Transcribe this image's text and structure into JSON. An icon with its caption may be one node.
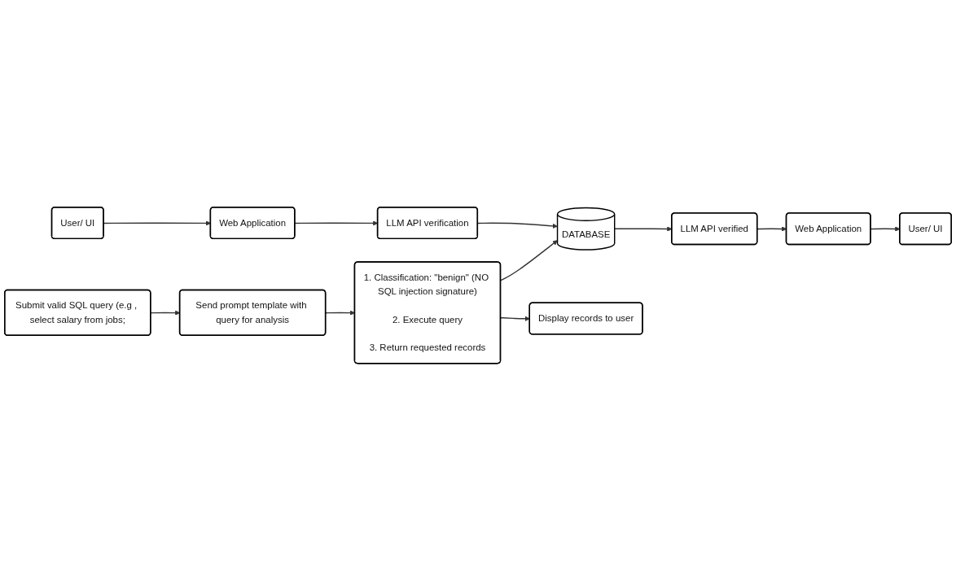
{
  "diagram": {
    "nodes": [
      {
        "text": [
          "User/ UI"
        ]
      },
      {
        "text": [
          "Web Application"
        ]
      },
      {
        "text": [
          "LLM API verification"
        ]
      },
      {
        "text": [
          "Submit valid SQL query (e.g , select salary from jobs;"
        ]
      },
      {
        "text": [
          "Send prompt template with query for analysis"
        ]
      },
      {
        "text": [
          "1. Classification: \"benign\" (NO SQL injection signature)",
          "2. Execute query",
          "3. Return requested records"
        ]
      },
      {
        "text": [
          "DATABASE"
        ]
      },
      {
        "text": [
          "Display records to user"
        ]
      },
      {
        "text": [
          "User/ UI"
        ]
      },
      {
        "text": [
          "Web Application"
        ]
      },
      {
        "text": [
          "LLM API verified"
        ]
      }
    ],
    "edges": [
      {
        "from": 0,
        "to": 1,
        "arrow": "to"
      },
      {
        "from": 1,
        "to": 2,
        "arrow": "to"
      },
      {
        "from": 2,
        "to": 6,
        "arrow": "to"
      },
      {
        "from": 3,
        "to": 4,
        "arrow": "to"
      },
      {
        "from": 4,
        "to": 5,
        "arrow": "to"
      },
      {
        "from": 5,
        "to": 6,
        "arrow": "to"
      },
      {
        "from": 5,
        "to": 7,
        "arrow": "to"
      },
      {
        "from": 6,
        "to": 10,
        "arrow": "to"
      },
      {
        "from": 10,
        "to": 9,
        "arrow": "to"
      },
      {
        "from": 9,
        "to": 8,
        "arrow": "to"
      }
    ]
  }
}
